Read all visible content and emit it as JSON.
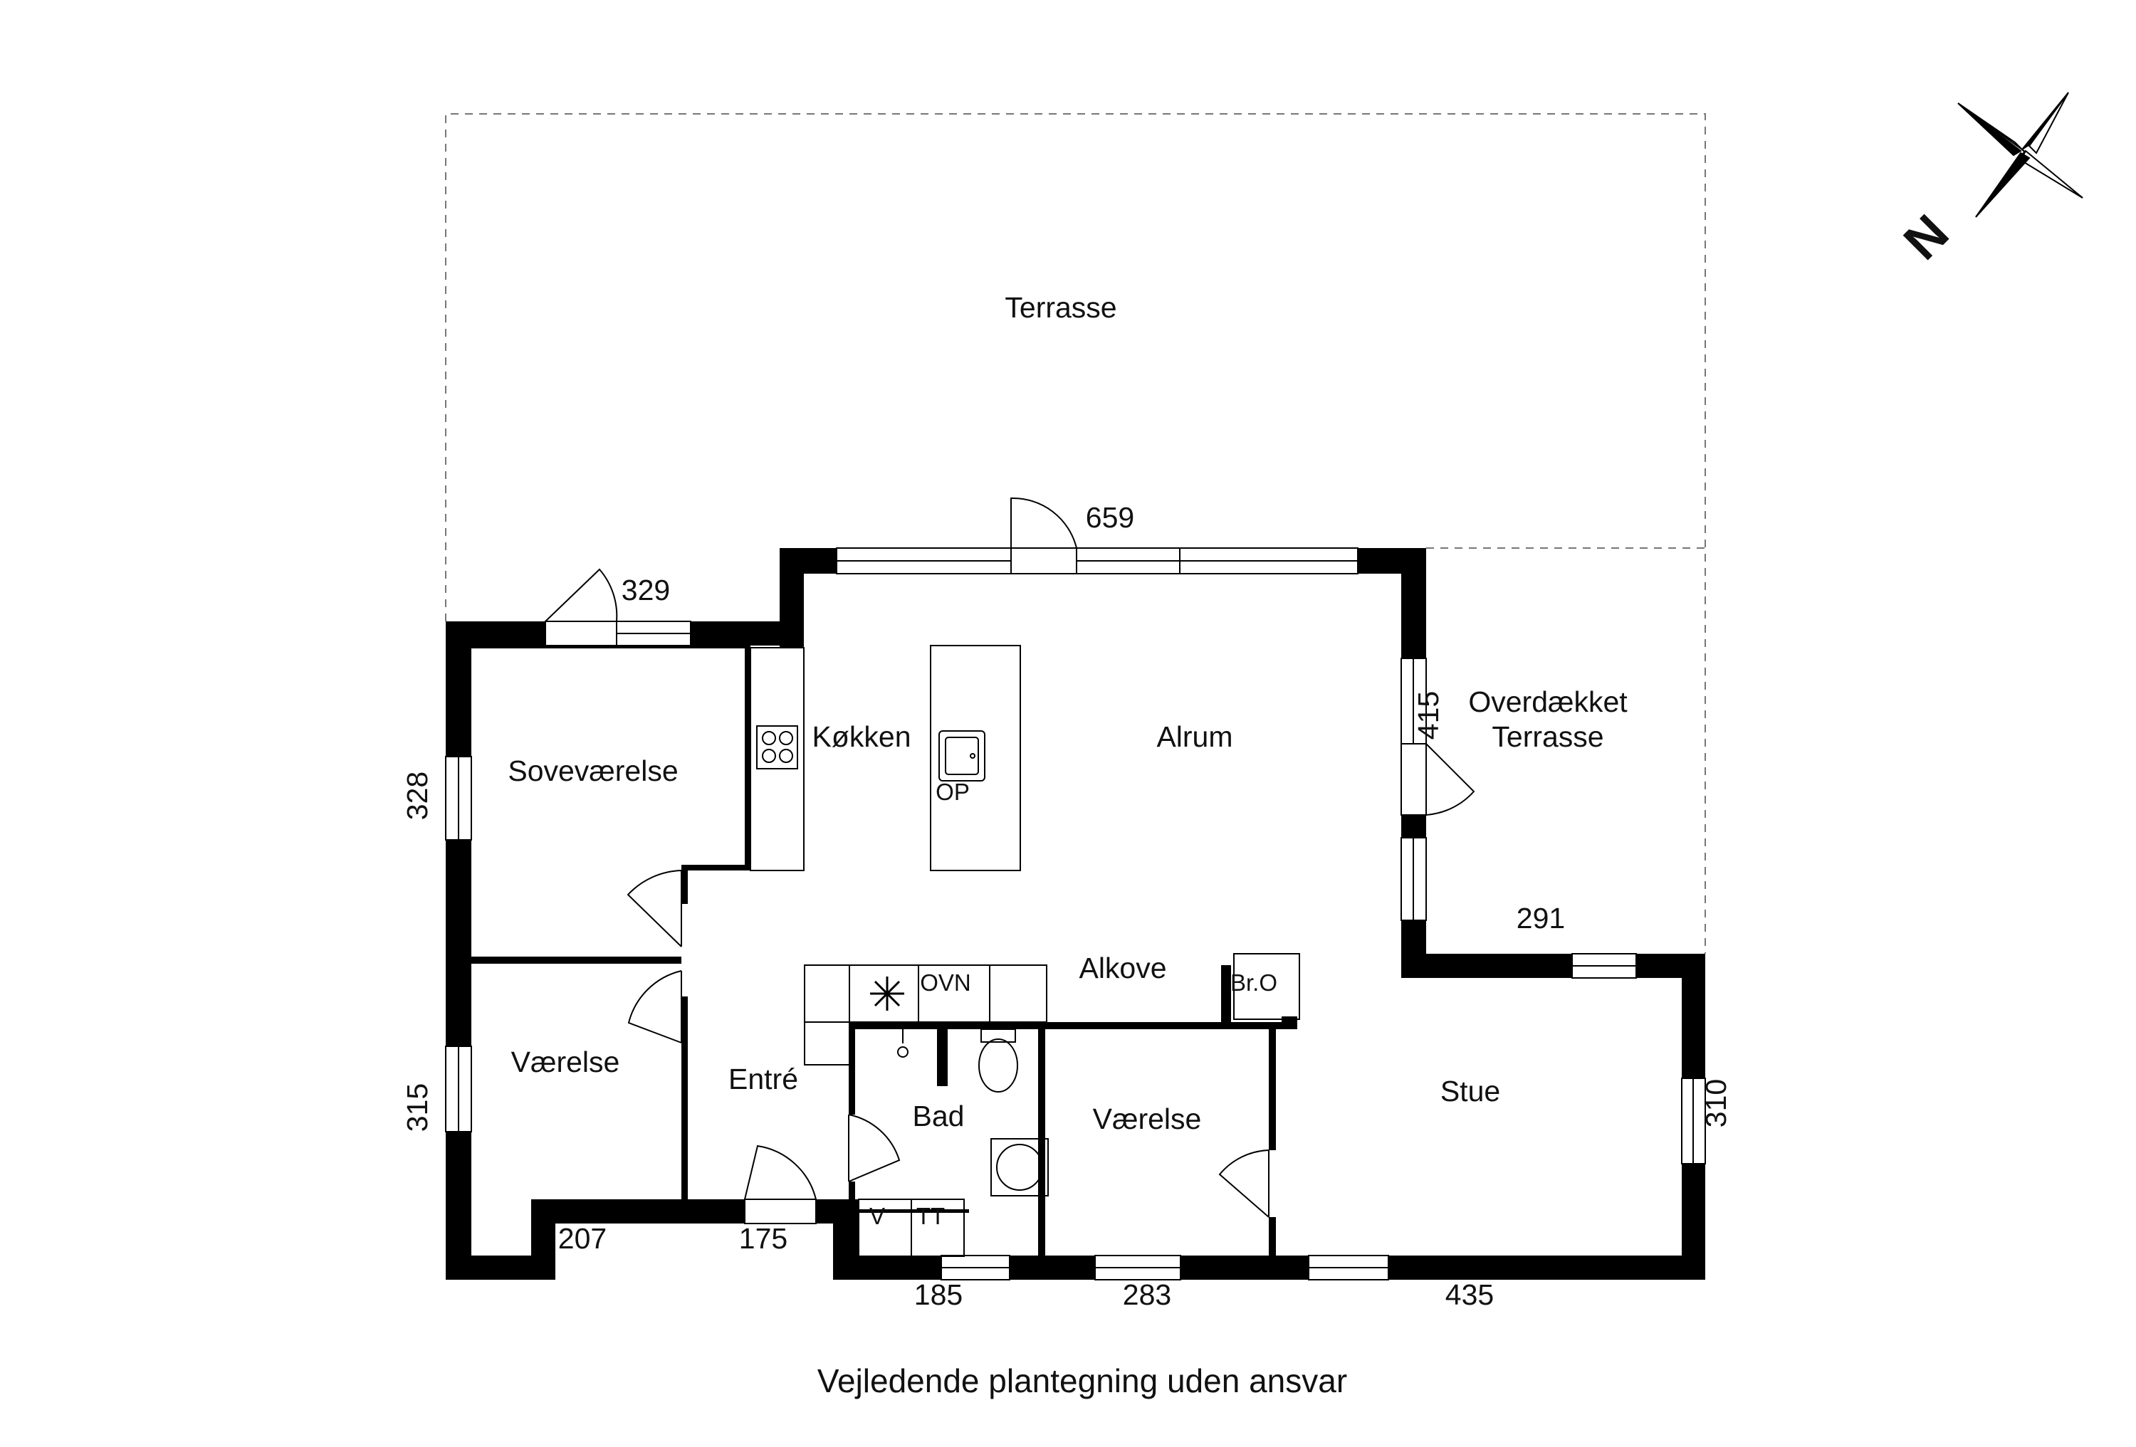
{
  "rooms": {
    "terrasse": "Terrasse",
    "overdaekket_line1": "Overdækket",
    "overdaekket_line2": "Terrasse",
    "sovevaerelse": "Soveværelse",
    "koekken": "Køkken",
    "alrum": "Alrum",
    "vaerelse_west": "Værelse",
    "entre": "Entré",
    "bad": "Bad",
    "alkove": "Alkove",
    "vaerelse_south": "Værelse",
    "stue": "Stue"
  },
  "fixtures": {
    "island": "OP",
    "oven": "OVN",
    "boiler": "Br.O",
    "washer": "V",
    "dryer": "TT"
  },
  "dimensions": {
    "top_main": "659",
    "top_bedroom": "329",
    "east_living": "415",
    "living_top": "291",
    "west_bedroom": "328",
    "west_room": "315",
    "east_stue": "310",
    "south_1": "207",
    "south_2": "175",
    "south_3": "185",
    "south_4": "283",
    "south_5": "435"
  },
  "compass": {
    "label": "N"
  },
  "caption": "Vejledende plantegning uden ansvar",
  "colors": {
    "wall": "#000000",
    "background": "#ffffff",
    "line": "#555555"
  }
}
